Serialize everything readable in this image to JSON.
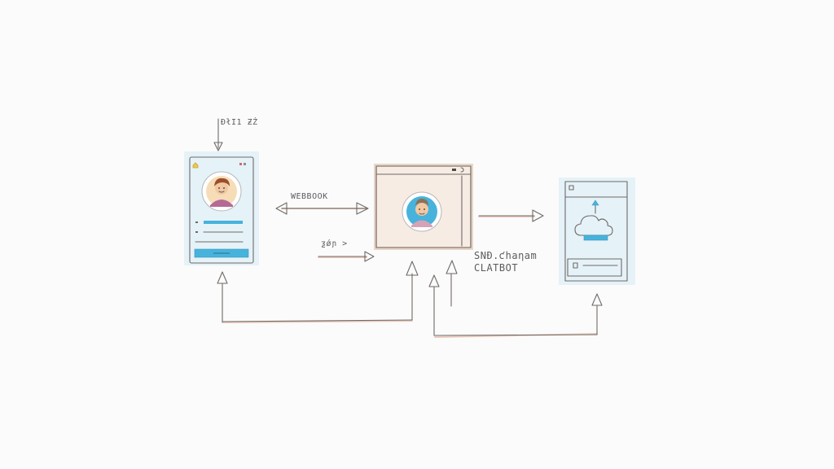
{
  "labels": {
    "top_input": "ÐłI1 ƵŹ",
    "webhook": "WEBBOOK",
    "small_arrow": "ƺǿɲ >",
    "processor_line1": "SNÐ.ƈhaƞam",
    "processor_line2": "CLATBOT"
  },
  "colors": {
    "line": "#6f6a66",
    "accent_blue": "#47b3dc",
    "underline_pink": "#e6b9a6",
    "glow_blue": "#d4ebf6",
    "panel_beige": "#f7ece3"
  },
  "icons": {
    "user_left": "person-avatar-icon",
    "user_center": "person-avatar-icon",
    "cloud": "cloud-upload-icon"
  }
}
